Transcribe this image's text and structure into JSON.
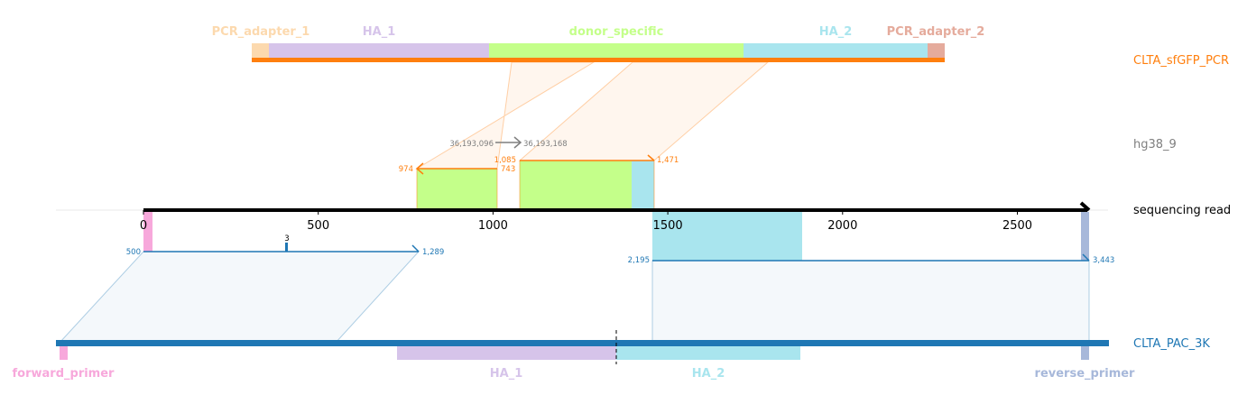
{
  "tracks": {
    "pcr": {
      "name": "CLTA_sfGFP_PCR",
      "color": "#ff7f0e"
    },
    "hg38": {
      "name": "hg38_9",
      "color": "#7f7f7f"
    },
    "read": {
      "name": "sequencing read",
      "color": "#000000"
    },
    "pac": {
      "name": "CLTA_PAC_3K",
      "color": "#1f77b4"
    }
  },
  "pcr_features": [
    {
      "name": "PCR_adapter_1",
      "color": "#fcd9ae"
    },
    {
      "name": "HA_1",
      "color": "#d6c4ea"
    },
    {
      "name": "donor_specific",
      "color": "#c4ff8a"
    },
    {
      "name": "HA_2",
      "color": "#a9e5ee"
    },
    {
      "name": "PCR_adapter_2",
      "color": "#e5ab9c"
    }
  ],
  "pac_features": [
    {
      "name": "forward_primer",
      "color": "#f7a8db"
    },
    {
      "name": "HA_1",
      "color": "#d6c4ea"
    },
    {
      "name": "HA_2",
      "color": "#a9e5ee"
    },
    {
      "name": "reverse_primer",
      "color": "#a7b8da"
    }
  ],
  "read_axis": {
    "ticks": [
      "0",
      "500",
      "1000",
      "1500",
      "2000",
      "2500"
    ]
  },
  "alignments": {
    "pcr_1": {
      "read_start": "974",
      "read_end": "",
      "ref_end": "743"
    },
    "pcr_2": {
      "read_start": "1,085",
      "read_end": "1,471"
    },
    "hg38": {
      "start": "36,193,096",
      "end": "36,193,168"
    },
    "pac_1": {
      "left": "500",
      "right": "1,289",
      "marker": "3"
    },
    "pac_2": {
      "left": "2,195",
      "right": "3,443"
    }
  }
}
